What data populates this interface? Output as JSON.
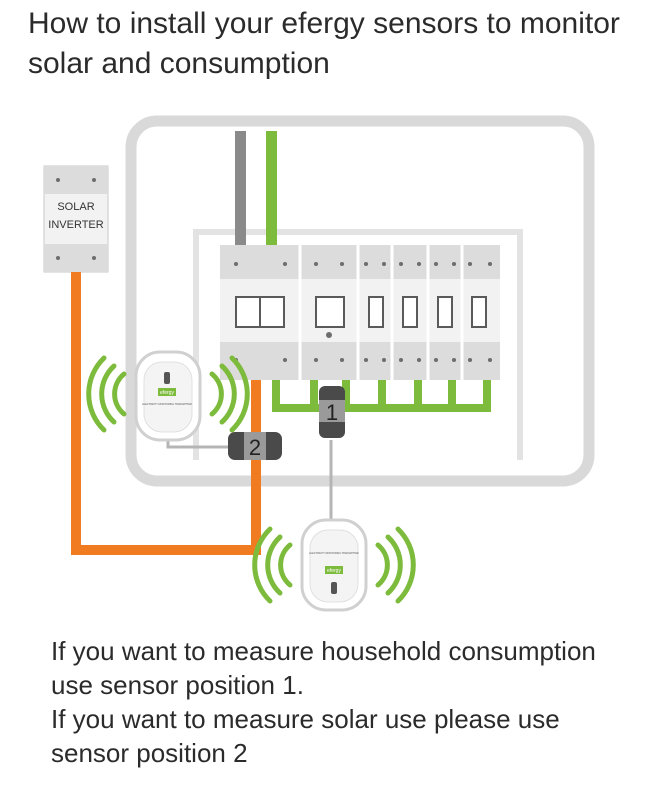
{
  "title": "How to install your efergy sensors to monitor solar and consumption",
  "inverter": {
    "line1": "SOLAR",
    "line2": "INVERTER"
  },
  "sensors": {
    "position_1": "1",
    "position_2": "2"
  },
  "transmitter_label": "ELECTRICITY MONITORING TRANSMITTER",
  "brand": "efergy",
  "colors": {
    "live_wire": "#7dbb3c",
    "neutral_wire": "#8a8a8a",
    "solar_wire": "#f07b21",
    "signal": "#7dbb3c",
    "enclosure": "#d9d9d9"
  },
  "instructions": {
    "consumption_line1": "If you want to measure household consumption",
    "consumption_line2": "use sensor position 1.",
    "solar_line1": "If you want to measure solar use please use",
    "solar_line2": "sensor position 2"
  }
}
